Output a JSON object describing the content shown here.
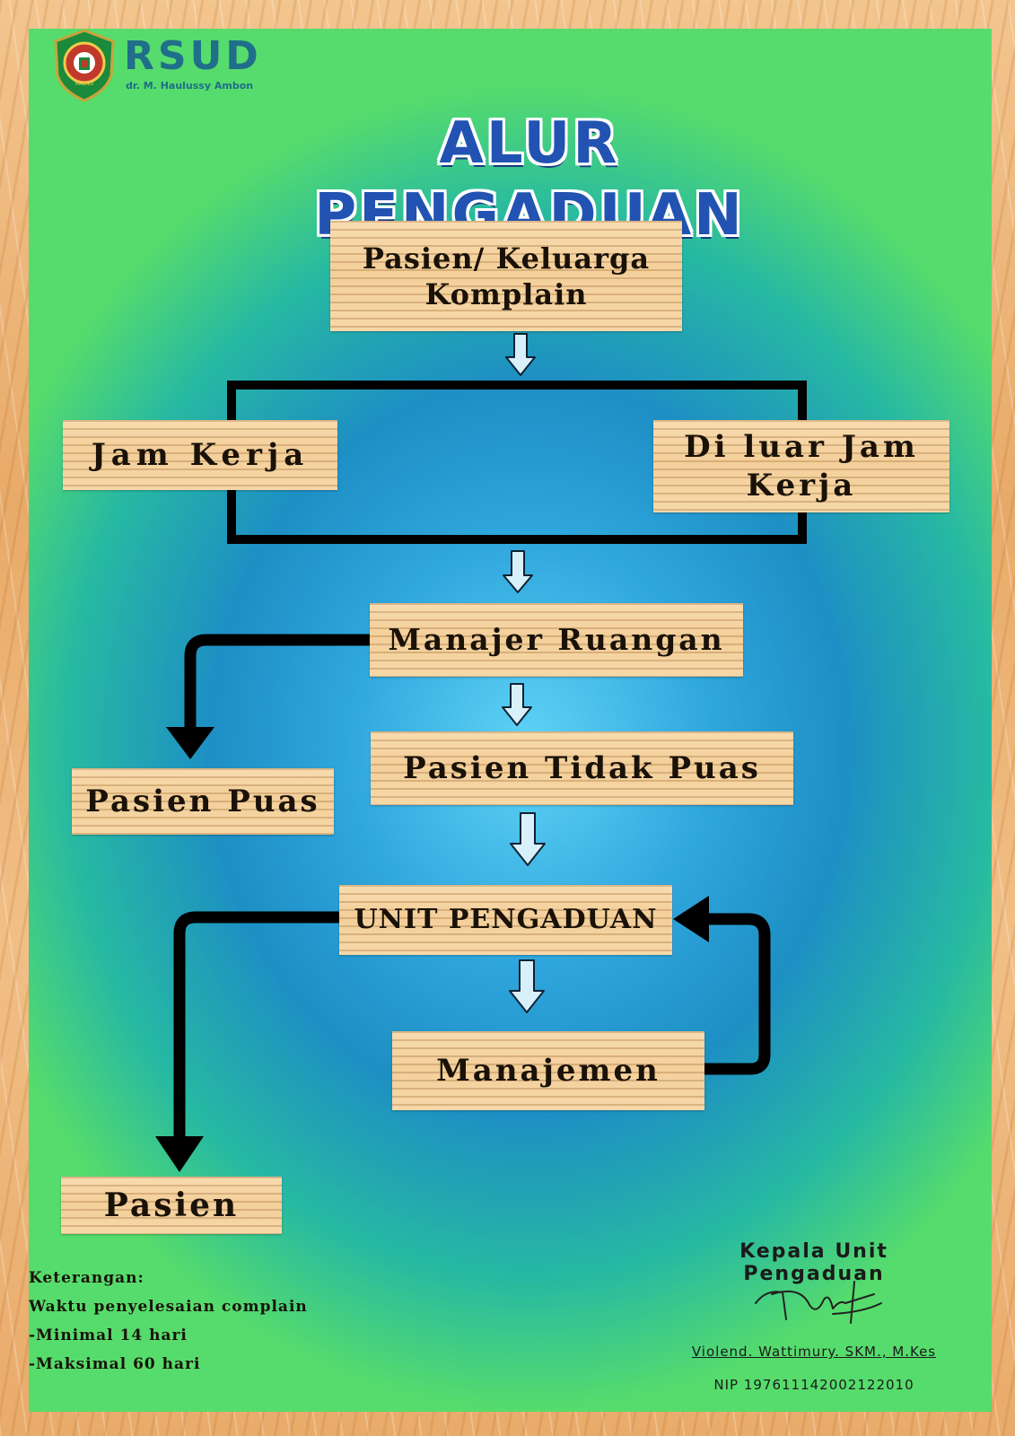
{
  "logo": {
    "name": "RSUD",
    "subtitle": "dr. M. Haulussy Ambon",
    "emblem_text": "MALUKU"
  },
  "title": "ALUR PENGADUAN",
  "nodes": {
    "pasien_keluarga": [
      "Pasien/ Keluarga",
      "Komplain"
    ],
    "jam_kerja": "Jam Kerja",
    "di_luar_jam_kerja": [
      "Di luar Jam",
      "Kerja"
    ],
    "manajer_ruangan": "Manajer Ruangan",
    "pasien_tidak_puas": "Pasien Tidak Puas",
    "pasien_puas": "Pasien Puas",
    "unit_pengaduan": "UNIT PENGADUAN",
    "manajemen": "Manajemen",
    "pasien": "Pasien"
  },
  "notes": {
    "heading": "Keterangan:",
    "line1": "Waktu penyelesaian complain",
    "line2": "-Minimal 14 hari",
    "line3": "-Maksimal 60 hari"
  },
  "signature": {
    "title": "Kepala Unit Pengaduan",
    "name": "Violend. Wattimury. SKM., M.Kes",
    "nip": "NIP 197611142002122010"
  },
  "colors": {
    "title_blue": "#2253b2",
    "brand_teal": "#1f6e8a",
    "plank": "#f3cf9a",
    "frame_wood": "#e8aa68"
  }
}
